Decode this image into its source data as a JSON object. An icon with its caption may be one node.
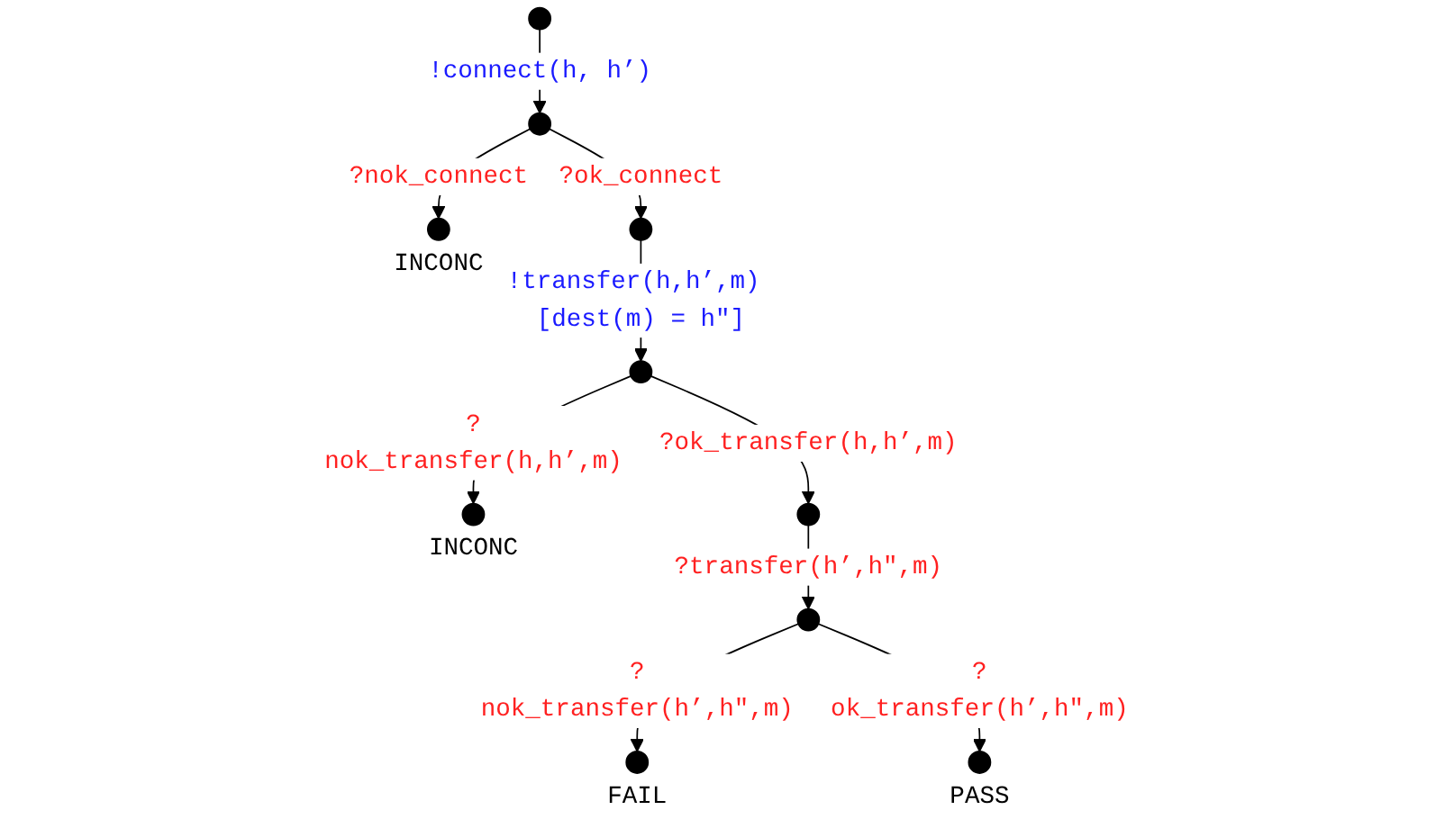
{
  "diagram": {
    "nodes": [
      {
        "text": [],
        "shape": "circle"
      },
      {
        "text": [],
        "shape": "circle"
      },
      {
        "text": [],
        "shape": "circle",
        "beside": [
          "INCONC"
        ]
      },
      {
        "text": [],
        "shape": "circle"
      },
      {
        "text": [],
        "shape": "circle"
      },
      {
        "text": [],
        "shape": "circle",
        "beside": [
          "INCONC"
        ]
      },
      {
        "text": [],
        "shape": "circle"
      },
      {
        "text": [],
        "shape": "circle"
      },
      {
        "text": [],
        "shape": "circle",
        "beside": [
          "FAIL"
        ]
      },
      {
        "text": [],
        "shape": "circle",
        "beside": [
          "PASS"
        ]
      }
    ],
    "edges": [
      {
        "from": 0,
        "to": 1,
        "arrow": "to",
        "label": "!connect(h, h’)"
      },
      {
        "from": 1,
        "to": 2,
        "arrow": "to",
        "label": "?nok_connect"
      },
      {
        "from": 1,
        "to": 3,
        "arrow": "to",
        "label": "?ok_connect"
      },
      {
        "from": 3,
        "to": 4,
        "arrow": "to",
        "label": "!transfer(h,h’,m) [dest(m) = h\"]"
      },
      {
        "from": 4,
        "to": 5,
        "arrow": "to",
        "label": "?nok_transfer(h,h’,m)"
      },
      {
        "from": 4,
        "to": 6,
        "arrow": "to",
        "label": "?ok_transfer(h,h’,m)"
      },
      {
        "from": 6,
        "to": 7,
        "arrow": "to",
        "label": "?transfer(h’,h\",m)"
      },
      {
        "from": 7,
        "to": 8,
        "arrow": "to",
        "label": "?nok_transfer(h’,h\",m)"
      },
      {
        "from": 7,
        "to": 9,
        "arrow": "to",
        "label": "?ok_transfer(h’,h\",m)"
      }
    ]
  }
}
